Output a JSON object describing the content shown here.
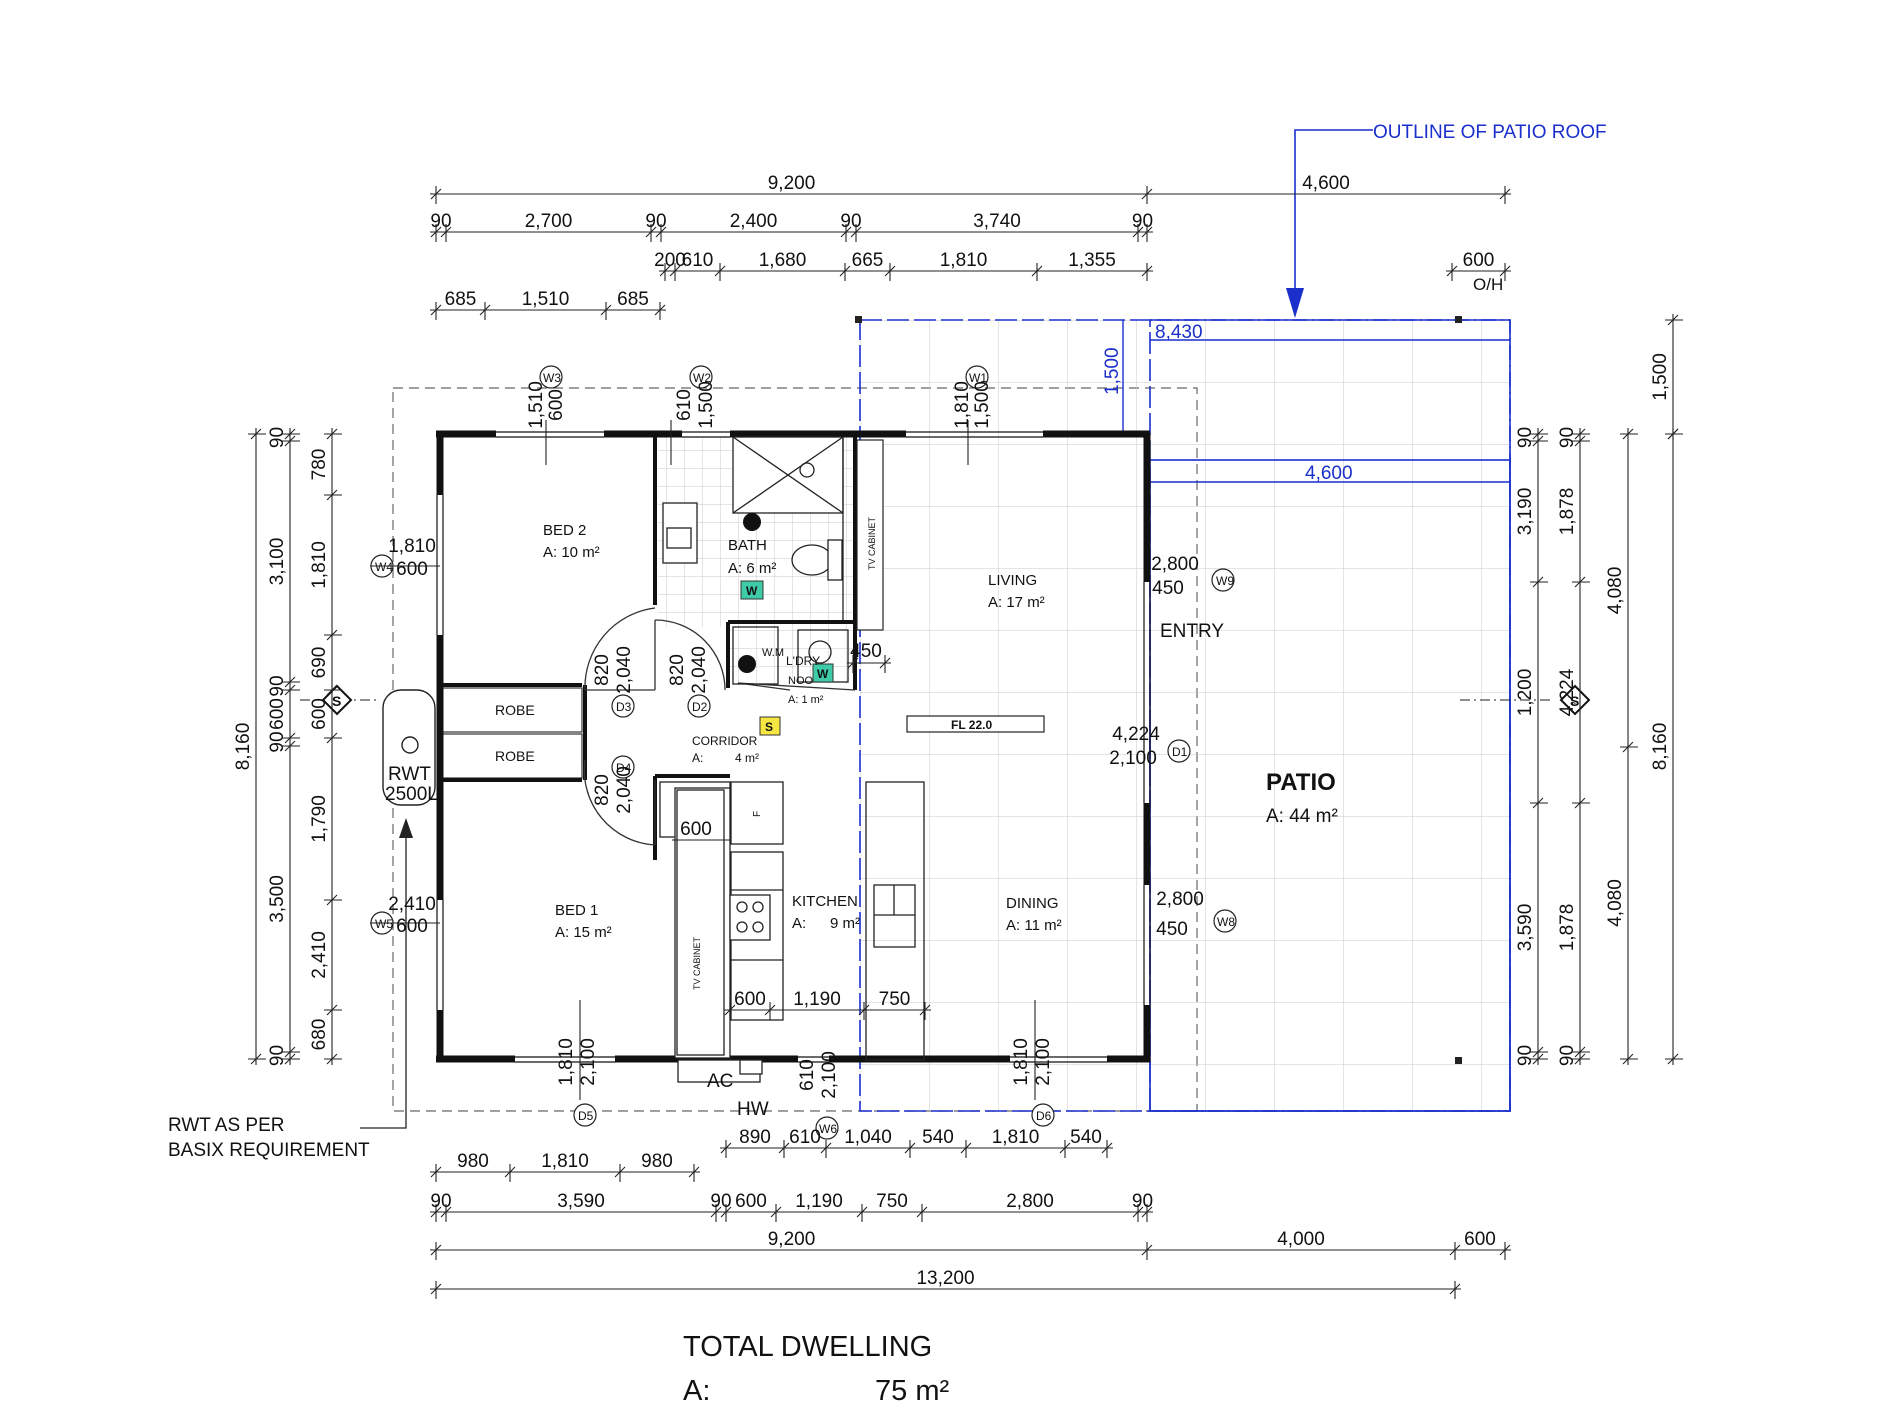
{
  "annotations": {
    "patio_roof_outline": "OUTLINE OF PATIO ROOF",
    "rwt_note_line1": "RWT AS PER",
    "rwt_note_line2": "BASIX REQUIREMENT",
    "entry": "ENTRY",
    "floor_level": "FL 22.0",
    "overhang": "O/H",
    "ac": "AC",
    "hw": "HW",
    "rwt_label": "RWT",
    "rwt_capacity": "2500L",
    "wm": "W.M",
    "noo": "NOO",
    "tv_cabinet_1": "TV CABINET",
    "tv_cabinet_2": "TV CABINET",
    "fridge": "F",
    "robe_1": "ROBE",
    "robe_2": "ROBE"
  },
  "rooms": {
    "bed2": {
      "name": "BED 2",
      "area": "A: 10 m²"
    },
    "bath": {
      "name": "BATH",
      "area": "A: 6 m²"
    },
    "living": {
      "name": "LIVING",
      "area": "A: 17 m²"
    },
    "laundry": {
      "name": "L'DRY",
      "area": "A: 1 m²"
    },
    "corridor": {
      "name": "CORRIDOR",
      "area_prefix": "A:",
      "area_value": "4 m²"
    },
    "bed1": {
      "name": "BED 1",
      "area": "A: 15 m²"
    },
    "kitchen": {
      "name": "KITCHEN",
      "area_prefix": "A:",
      "area_value": "9 m²"
    },
    "dining": {
      "name": "DINING",
      "area": "A: 11 m²"
    },
    "patio": {
      "name": "PATIO",
      "area": "A: 44 m²"
    }
  },
  "total": {
    "title": "TOTAL DWELLING",
    "prefix": "A:",
    "value": "75 m²"
  },
  "symbols": {
    "smoke": "S",
    "water": "W",
    "section": "S"
  },
  "tags": {
    "W1": "W1",
    "W2": "W2",
    "W3": "W3",
    "W4": "W4",
    "W5": "W5",
    "W6": "W6",
    "W8": "W8",
    "W9": "W9",
    "D1": "D1",
    "D2": "D2",
    "D3": "D3",
    "D4": "D4",
    "D5": "D5",
    "D6": "D6"
  },
  "dimensions": {
    "top_total": "9,200",
    "top_patio": "4,600",
    "top_row2": [
      "90",
      "2,700",
      "90",
      "2,400",
      "90",
      "3,740",
      "90"
    ],
    "top_row3": [
      "200",
      "610",
      "1,680",
      "665",
      "1,810",
      "1,355"
    ],
    "top_row4": [
      "685",
      "1,510",
      "685"
    ],
    "overhang_top": "600",
    "patio_width": "8,430",
    "patio_depth": "4,600",
    "patio_depth_v": "1,500",
    "window_w3": [
      "1,510",
      "600"
    ],
    "window_w2": [
      "610",
      "1,500"
    ],
    "window_w1": [
      "1,810",
      "1,500"
    ],
    "window_w4": [
      "1,810",
      "600"
    ],
    "window_w5": [
      "2,410",
      "600"
    ],
    "door_w9": [
      "2,800",
      "450"
    ],
    "door_d1": [
      "4,224",
      "2,100"
    ],
    "door_w8": [
      "2,800",
      "450"
    ],
    "door_d3": [
      "820",
      "2,040"
    ],
    "door_d2": [
      "820",
      "2,040"
    ],
    "door_d4": [
      "820",
      "2,040"
    ],
    "door_d5": [
      "1,810",
      "2,100"
    ],
    "window_w6": [
      "610",
      "2,100"
    ],
    "door_d6": [
      "1,810",
      "2,100"
    ],
    "laundry_450": "450",
    "bench_600": "600",
    "kitchen_row": [
      "600",
      "1,190",
      "750"
    ],
    "left_outer": "8,160",
    "left_mid": [
      "90",
      "3,100",
      "90",
      "600",
      "90",
      "3,500",
      "90"
    ],
    "left_inner": [
      "780",
      "1,810",
      "690",
      "600",
      "1,790",
      "2,410",
      "680"
    ],
    "right_col1": [
      "90",
      "3,190",
      "1,200",
      "3,590",
      "90"
    ],
    "right_col2": [
      "90",
      "1,878",
      "4,224",
      "1,878",
      "90"
    ],
    "right_col3": [
      "4,080",
      "4,080"
    ],
    "right_outer": "8,160",
    "right_roof": "1,500",
    "bottom_row1": [
      "980",
      "1,810",
      "980"
    ],
    "bottom_row1b": [
      "890",
      "610",
      "1,040",
      "540",
      "1,810",
      "540"
    ],
    "bottom_row2": [
      "90",
      "3,590",
      "90",
      "600",
      "1,190",
      "750",
      "2,800",
      "90"
    ],
    "bottom_row3": [
      "9,200",
      "4,000",
      "600"
    ],
    "bottom_total": "13,200"
  }
}
